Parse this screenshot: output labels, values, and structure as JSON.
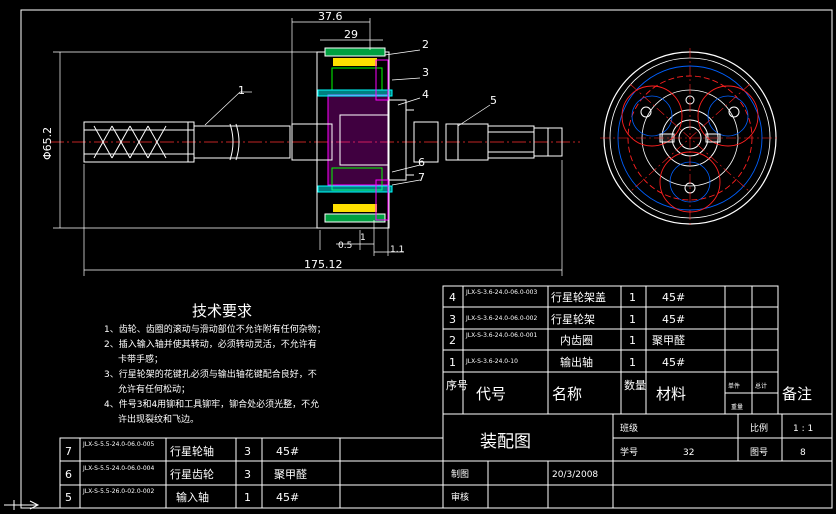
{
  "dims": {
    "d_37_6": "37.6",
    "d_29": "29",
    "d_phi": "Φ65.2",
    "d_05": "0.5",
    "d_1": "1",
    "d_11": "1.1",
    "d_175": "175.12"
  },
  "balloons": [
    "1",
    "2",
    "3",
    "4",
    "5",
    "6",
    "7"
  ],
  "tech": {
    "title": "技术要求",
    "lines": [
      "1、齿轮、齿圈的滚动与滑动部位不允许附有任何杂物；",
      "2、插入输入轴并使其转动，必须转动灵活，不允许有",
      "卡带手感；",
      "3、行星轮架的花键孔必须与输出轴花键配合良好，不",
      "允许有任何松动；",
      "4、件号3和4用铆和工具铆牢，铆合处必须光整，不允",
      "许出现裂纹和飞边。"
    ]
  },
  "bom_right": [
    {
      "no": "4",
      "code": "JLX-S-3.6-24.0-06.0-003",
      "name": "行星轮架盖",
      "qty": "1",
      "mat": "45#"
    },
    {
      "no": "3",
      "code": "JLX-S-3.6-24.0-06.0-002",
      "name": "行星轮架",
      "qty": "1",
      "mat": "45#"
    },
    {
      "no": "2",
      "code": "JLX-S-3.6-24.0-06.0-001",
      "name": "内齿圈",
      "qty": "1",
      "mat": "聚甲醛"
    },
    {
      "no": "1",
      "code": "JLX-S-3.6-24.0-10",
      "name": "输出轴",
      "qty": "1",
      "mat": "45#"
    }
  ],
  "bom_header": {
    "no": "序号",
    "code": "代号",
    "name": "名称",
    "qty": "数量",
    "mat": "材料",
    "unit": "单件",
    "total": "总计",
    "weight": "重量",
    "remark": "备注"
  },
  "bom_left": [
    {
      "no": "7",
      "code": "JLX-S-5.5-24.0-06.0-005",
      "name": "行星轮轴",
      "qty": "3",
      "mat": "45#"
    },
    {
      "no": "6",
      "code": "JLX-S-5.5-24.0-06.0-004",
      "name": "行星齿轮",
      "qty": "3",
      "mat": "聚甲醛"
    },
    {
      "no": "5",
      "code": "JLX-S-5.5-26.0-02.0-002",
      "name": "输入轴",
      "qty": "1",
      "mat": "45#"
    }
  ],
  "title_block": {
    "drawing_name": "装配图",
    "class_label": "班级",
    "student_no_label": "学号",
    "student_no": "32",
    "scale_label": "比例",
    "scale": "1 : 1",
    "sheet_label": "图号",
    "sheet_no": "8",
    "drawn_label": "制图",
    "date": "20/3/2008",
    "check_label": "审核"
  }
}
